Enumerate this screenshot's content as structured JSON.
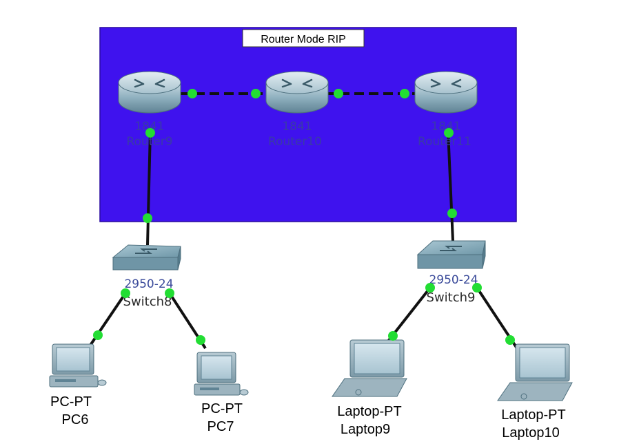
{
  "area": {
    "title": "Router Mode RIP",
    "color": "#3f12ee"
  },
  "routers": [
    {
      "id": "r9",
      "model": "1841",
      "name": "Router9"
    },
    {
      "id": "r10",
      "model": "1841",
      "name": "Router10"
    },
    {
      "id": "r11",
      "model": "1841",
      "name": "Router11"
    }
  ],
  "switches": [
    {
      "id": "s8",
      "model": "2950-24",
      "name": "Switch8"
    },
    {
      "id": "s9",
      "model": "2950-24",
      "name": "Switch9"
    }
  ],
  "endpoints": [
    {
      "id": "pc6",
      "type": "PC-PT",
      "name": "PC6"
    },
    {
      "id": "pc7",
      "type": "PC-PT",
      "name": "PC7"
    },
    {
      "id": "lap9",
      "type": "Laptop-PT",
      "name": "Laptop9"
    },
    {
      "id": "lap10",
      "type": "Laptop-PT",
      "name": "Laptop10"
    }
  ],
  "links": [
    {
      "from": "r9",
      "to": "r10",
      "style": "serial-dashed"
    },
    {
      "from": "r10",
      "to": "r11",
      "style": "serial-dashed"
    },
    {
      "from": "r9",
      "to": "s8",
      "style": "solid"
    },
    {
      "from": "r11",
      "to": "s9",
      "style": "solid"
    },
    {
      "from": "s8",
      "to": "pc6",
      "style": "solid"
    },
    {
      "from": "s8",
      "to": "pc7",
      "style": "solid"
    },
    {
      "from": "s9",
      "to": "lap9",
      "style": "solid"
    },
    {
      "from": "s9",
      "to": "lap10",
      "style": "solid"
    }
  ],
  "colors": {
    "link_up": "#22dd33",
    "cable": "#111111"
  }
}
